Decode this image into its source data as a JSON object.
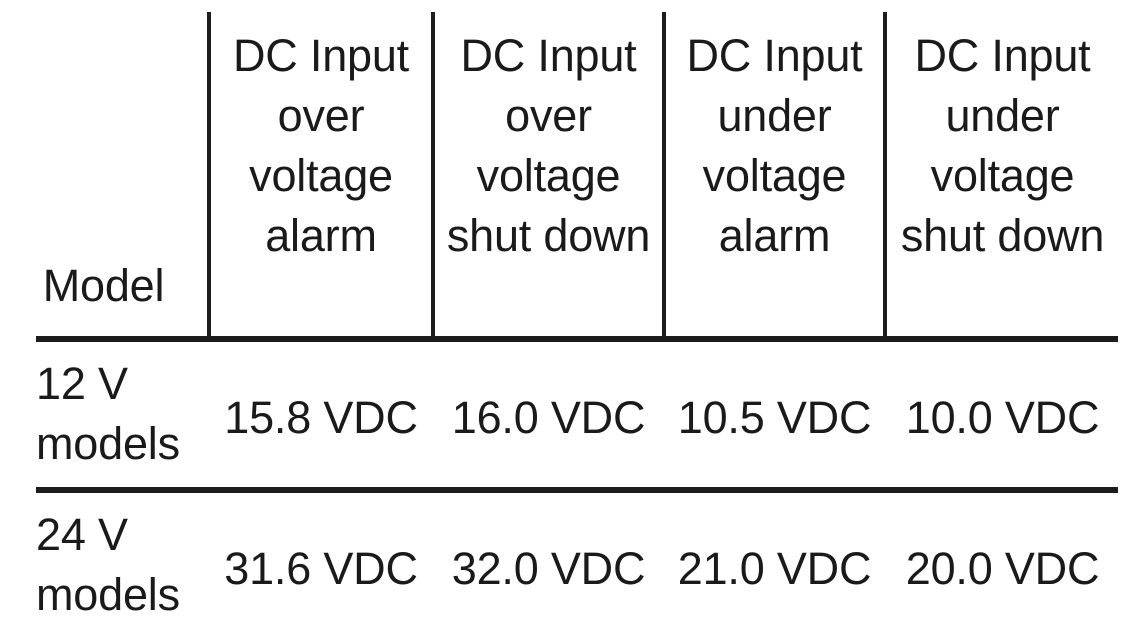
{
  "table": {
    "columns": [
      {
        "key": "model",
        "header_lines": [
          "Model"
        ]
      },
      {
        "key": "dc_input_over_voltage_alarm",
        "header_lines": [
          "DC Input",
          "over",
          "voltage",
          "alarm"
        ]
      },
      {
        "key": "dc_input_over_voltage_shut_down",
        "header_lines": [
          "DC Input",
          "over",
          "voltage",
          "shut down"
        ]
      },
      {
        "key": "dc_input_under_voltage_alarm",
        "header_lines": [
          "DC Input",
          "under",
          "voltage",
          "alarm"
        ]
      },
      {
        "key": "dc_input_under_voltage_shut_down",
        "header_lines": [
          "DC Input",
          "under",
          "voltage",
          "shut down"
        ]
      }
    ],
    "rows": [
      {
        "model_lines": [
          "12 V",
          "models"
        ],
        "values": [
          "15.8 VDC",
          "16.0 VDC",
          "10.5 VDC",
          "10.0 VDC"
        ]
      },
      {
        "model_lines": [
          "24 V",
          "models"
        ],
        "values": [
          "31.6 VDC",
          "32.0 VDC",
          "21.0 VDC",
          "20.0 VDC"
        ]
      }
    ]
  },
  "colors": {
    "rule": "#1c1c1c",
    "text": "#1a1a1a",
    "background": "#ffffff"
  }
}
